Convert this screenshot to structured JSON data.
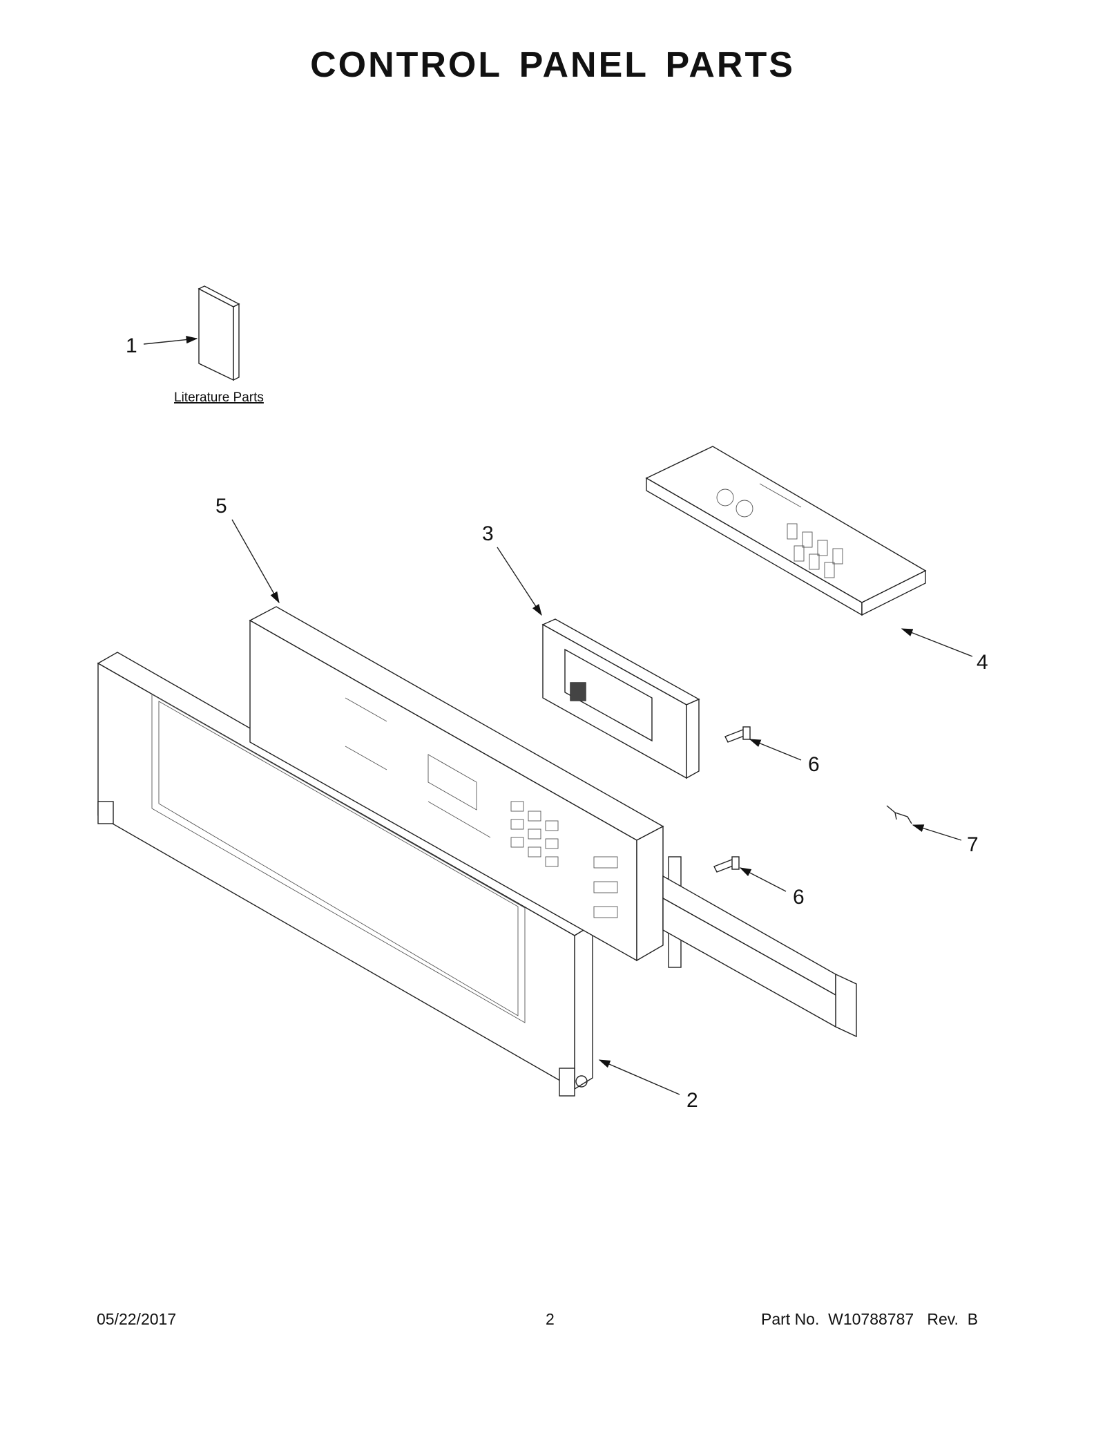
{
  "title": "CONTROL PANEL PARTS",
  "literature_label": "Literature Parts",
  "callouts": [
    "1",
    "2",
    "3",
    "4",
    "5",
    "6",
    "6",
    "7"
  ],
  "footer": {
    "date": "05/22/2017",
    "page": "2",
    "part_no": "Part No.  W10788787   Rev.  B"
  }
}
